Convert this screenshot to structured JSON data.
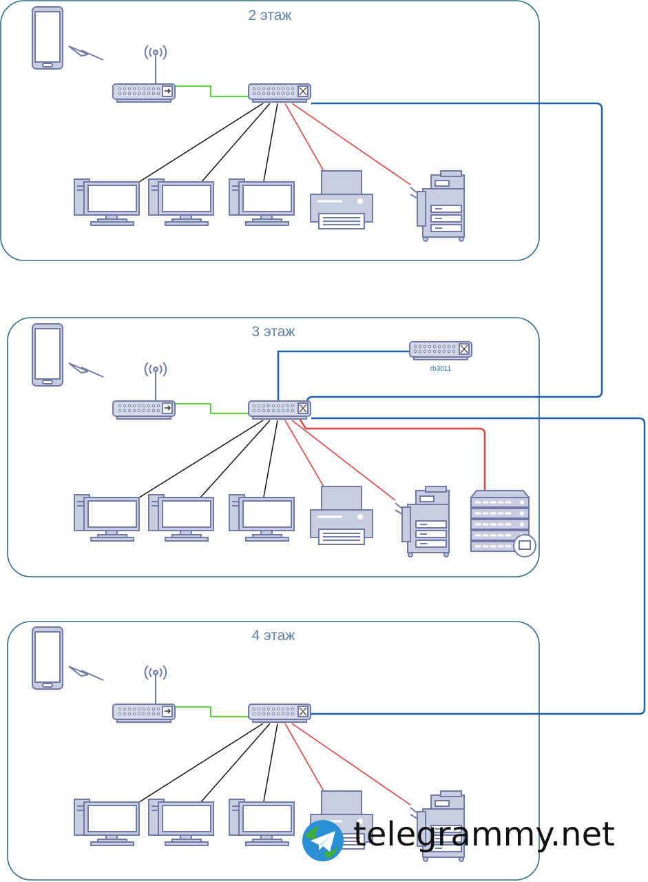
{
  "floors": [
    {
      "title": "2 этаж"
    },
    {
      "title": "3 этаж"
    },
    {
      "title": "4 этаж"
    }
  ],
  "core_router": {
    "label": "rb3011"
  },
  "watermark": {
    "text": "telegrammy.net",
    "icon": "telegram-paper-plane-icon"
  },
  "colors": {
    "uplink": "#1f5fa8",
    "wifi_link": "#58d43b",
    "pc_link": "#111111",
    "printer_link": "#e04040",
    "device": "#6f7aa8",
    "frame": "#2e6b8a"
  }
}
